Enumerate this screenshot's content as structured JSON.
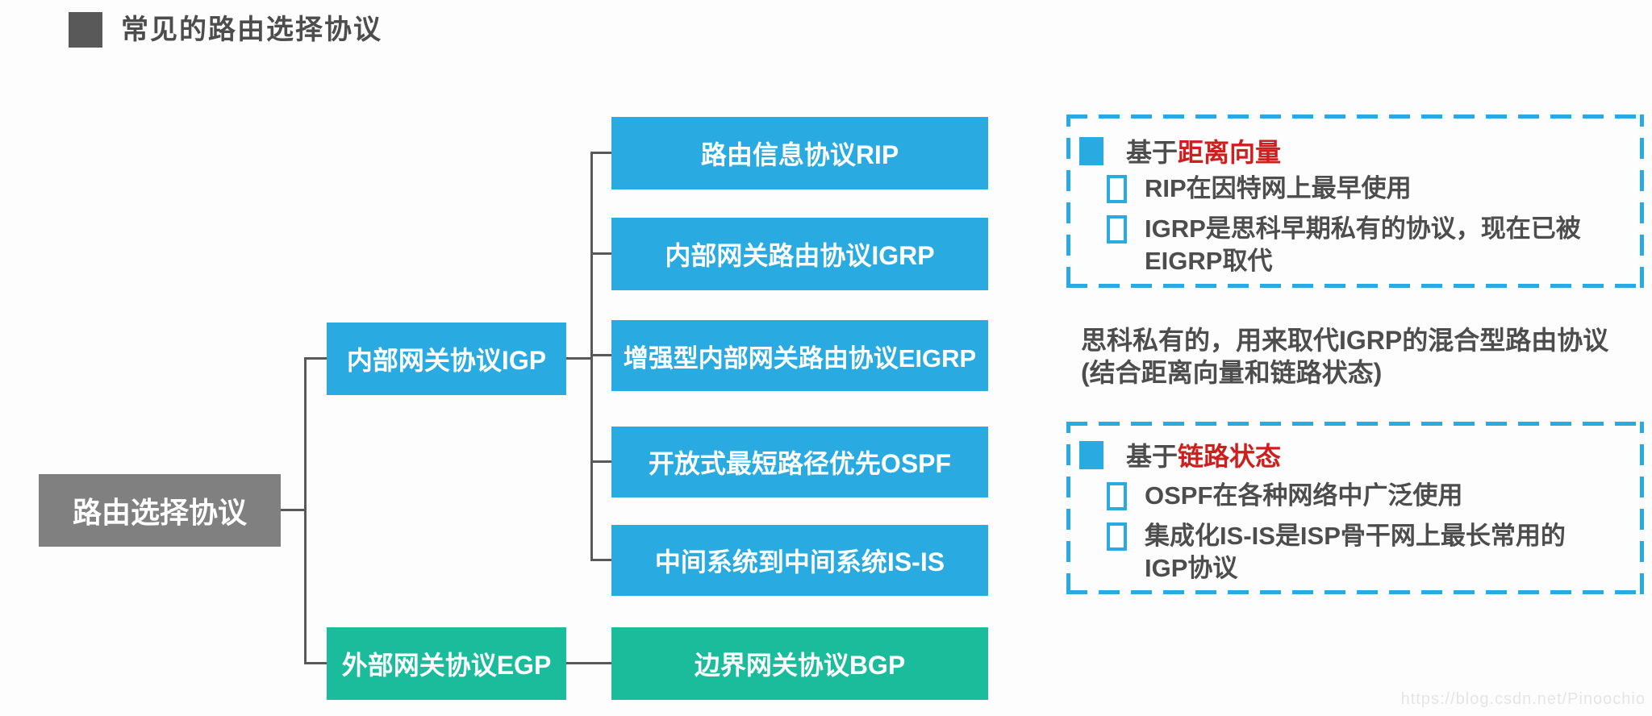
{
  "title": {
    "bullet_icon": "filled-square",
    "text": "常见的路由选择协议"
  },
  "tree": {
    "root": {
      "label": "路由选择协议"
    },
    "level1": [
      {
        "label": "内部网关协议IGP"
      },
      {
        "label": "外部网关协议EGP"
      }
    ],
    "leaves": [
      {
        "label": "路由信息协议RIP"
      },
      {
        "label": "内部网关路由协议IGRP"
      },
      {
        "label": "增强型内部网关路由协议EIGRP"
      },
      {
        "label": "开放式最短路径优先OSPF"
      },
      {
        "label": "中间系统到中间系统IS-IS"
      },
      {
        "label": "边界网关协议BGP"
      }
    ]
  },
  "panels": {
    "distance_vector": {
      "bullet_icon": "filled-square",
      "heading_prefix": "基于",
      "heading_highlight": "距离向量",
      "items": [
        {
          "bullet_icon": "hollow-square",
          "lines": [
            "RIP在因特网上最早使用"
          ]
        },
        {
          "bullet_icon": "hollow-square",
          "lines": [
            "IGRP是思科早期私有的协议，现在已被",
            "EIGRP取代"
          ]
        }
      ]
    },
    "link_state": {
      "bullet_icon": "filled-square",
      "heading_prefix": "基于",
      "heading_highlight": "链路状态",
      "items": [
        {
          "bullet_icon": "hollow-square",
          "lines": [
            "OSPF在各种网络中广泛使用"
          ]
        },
        {
          "bullet_icon": "hollow-square",
          "lines": [
            "集成化IS-IS是ISP骨干网上最长常用的",
            "IGP协议"
          ]
        }
      ]
    }
  },
  "notes": {
    "eigrp": {
      "lines": [
        "思科私有的，用来取代IGRP的混合型路由协议",
        "(结合距离向量和链路状态)"
      ]
    }
  },
  "watermark": "https://blog.csdn.net/Pinoochio",
  "colors": {
    "blue_node": "#29abe2",
    "green_node": "#1bbc9b",
    "gray_node": "#808080",
    "heading_text": "#4d4d4d",
    "highlight_red": "#ce1f1f",
    "connector": "#595959",
    "dashed_border": "#29abe2"
  }
}
